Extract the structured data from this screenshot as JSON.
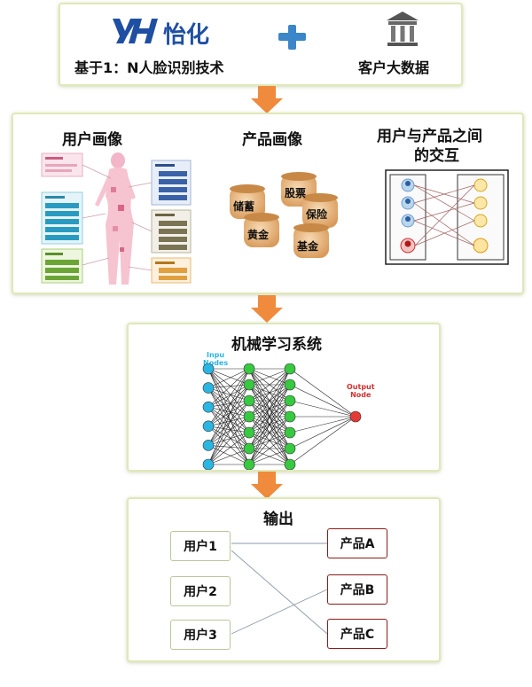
{
  "top": {
    "brand": "怡化",
    "brand_mark": "YH",
    "left_caption": "基于1：N人脸识别技术",
    "right_caption": "客户大数据",
    "plus_icon": "plus-icon",
    "bank_icon": "bank-building-icon",
    "colors": {
      "brand": "#1f4fa3",
      "plus": "#3b86c8"
    }
  },
  "portraits": {
    "user_title": "用户画像",
    "product_title": "产品画像",
    "interaction_title_line1": "用户与产品之间",
    "interaction_title_line2": "的交互",
    "products": [
      "股票",
      "储蓄",
      "保险",
      "黄金",
      "基金"
    ]
  },
  "ml": {
    "title": "机械学习系统",
    "input_label_1": "Inpu",
    "input_label_2": "Nodes",
    "output_label_1": "Output",
    "output_label_2": "Node",
    "colors": {
      "input": "#29b6e3",
      "hidden": "#37c940",
      "output": "#e53935",
      "input_text": "#29b6e3",
      "output_text": "#d32f2f"
    }
  },
  "output": {
    "title": "输出",
    "users": [
      "用户1",
      "用户2",
      "用户3"
    ],
    "products": [
      "产品A",
      "产品B",
      "产品C"
    ]
  },
  "colors": {
    "arrow": "#f08a3c",
    "panel_border": "#dfe8b8"
  }
}
